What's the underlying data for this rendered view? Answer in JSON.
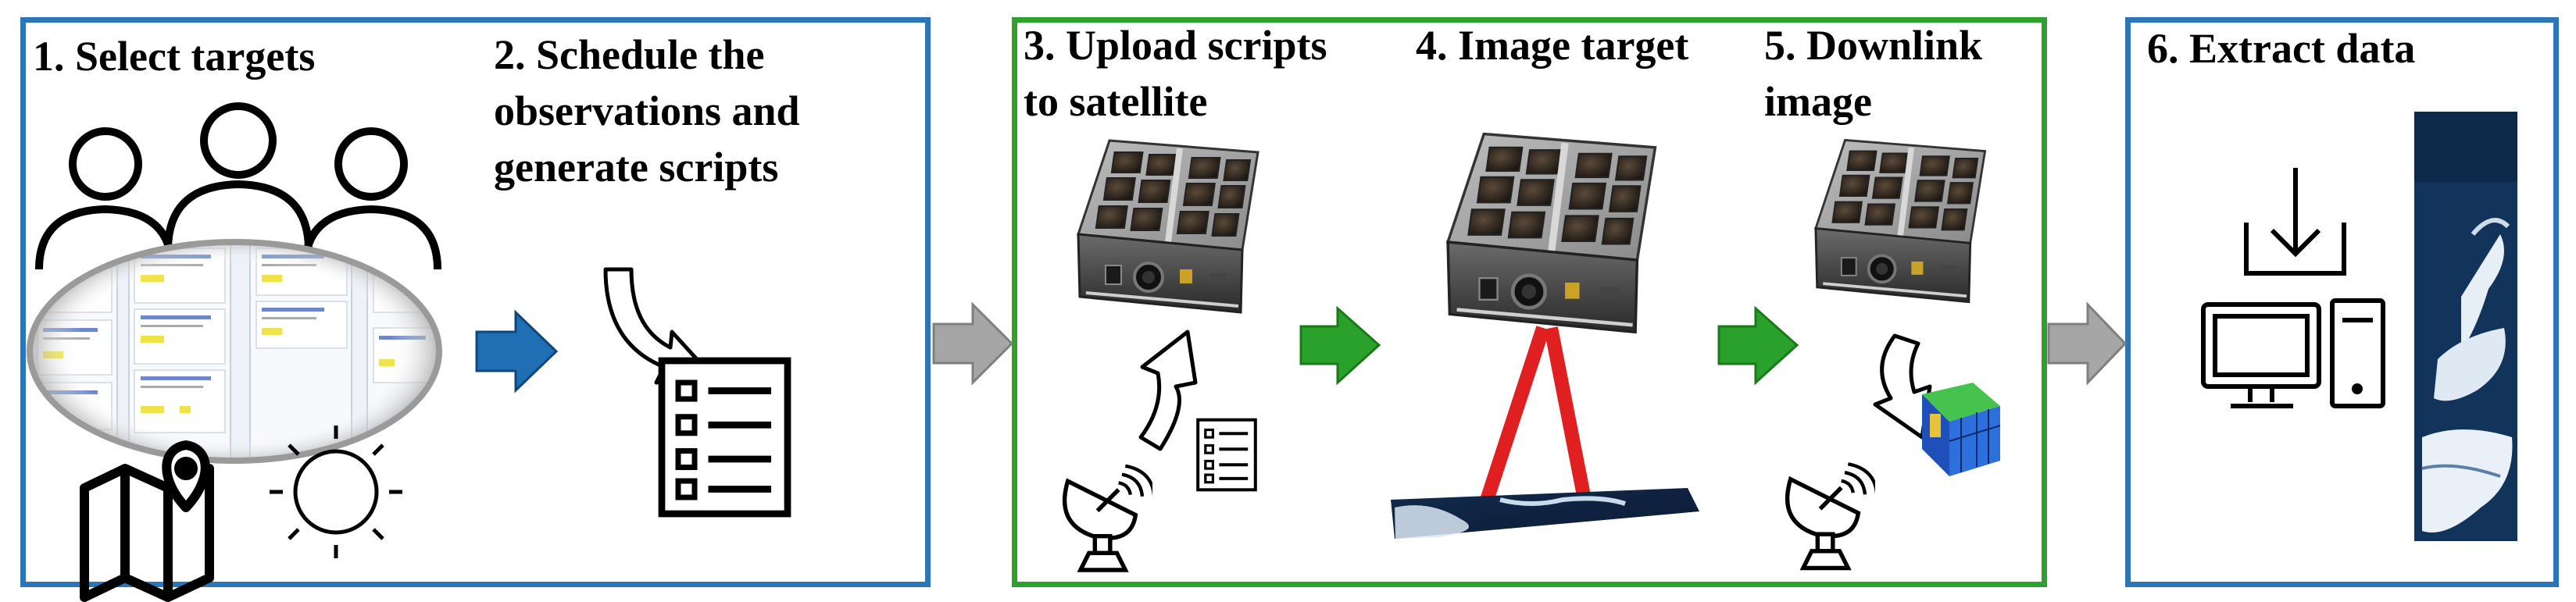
{
  "steps": [
    {
      "number": "1.",
      "title_lines": [
        "Select targets"
      ]
    },
    {
      "number": "2.",
      "title_lines": [
        "Schedule the",
        "observations and",
        "generate scripts"
      ]
    },
    {
      "number": "3.",
      "title_lines": [
        "Upload scripts",
        "to satellite"
      ]
    },
    {
      "number": "4.",
      "title_lines": [
        "Image target"
      ]
    },
    {
      "number": "5.",
      "title_lines": [
        "Downlink",
        "image"
      ]
    },
    {
      "number": "6.",
      "title_lines": [
        "Extract data"
      ]
    }
  ],
  "colors": {
    "panel_border_blue": "#2e75b6",
    "panel_border_green": "#2fa02f",
    "arrow_blue": "#1f6fb5",
    "arrow_green": "#2aa12a",
    "arrow_gray": "#a6a6a6",
    "beam_red": "#e02020"
  },
  "icons": [
    "people-group-icon",
    "task-board-screenshot",
    "map-pin-icon",
    "sun-icon",
    "download-arrow-icon",
    "checklist-icon",
    "cubesat-image",
    "ground-antenna-icon",
    "computer-icon",
    "satellite-image-strip"
  ]
}
